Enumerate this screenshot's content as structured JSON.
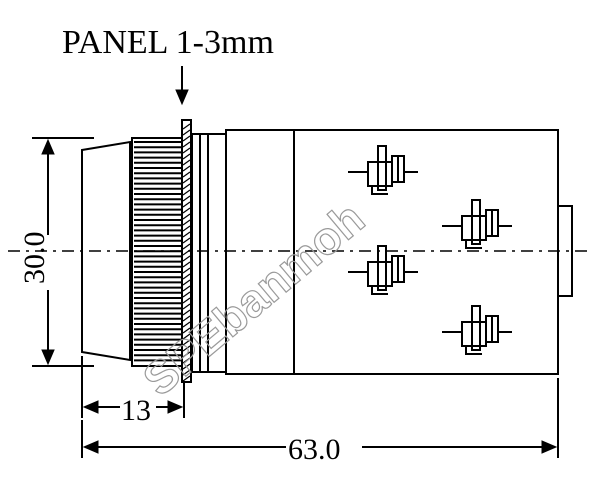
{
  "labels": {
    "panel": "PANEL 1-3mm",
    "height": "30.0",
    "depth": "13",
    "length": "63.0"
  },
  "watermark": "SPEbanmoh",
  "colors": {
    "line": "#000000",
    "watermark": "#9a9a9a",
    "background": "#ffffff"
  }
}
